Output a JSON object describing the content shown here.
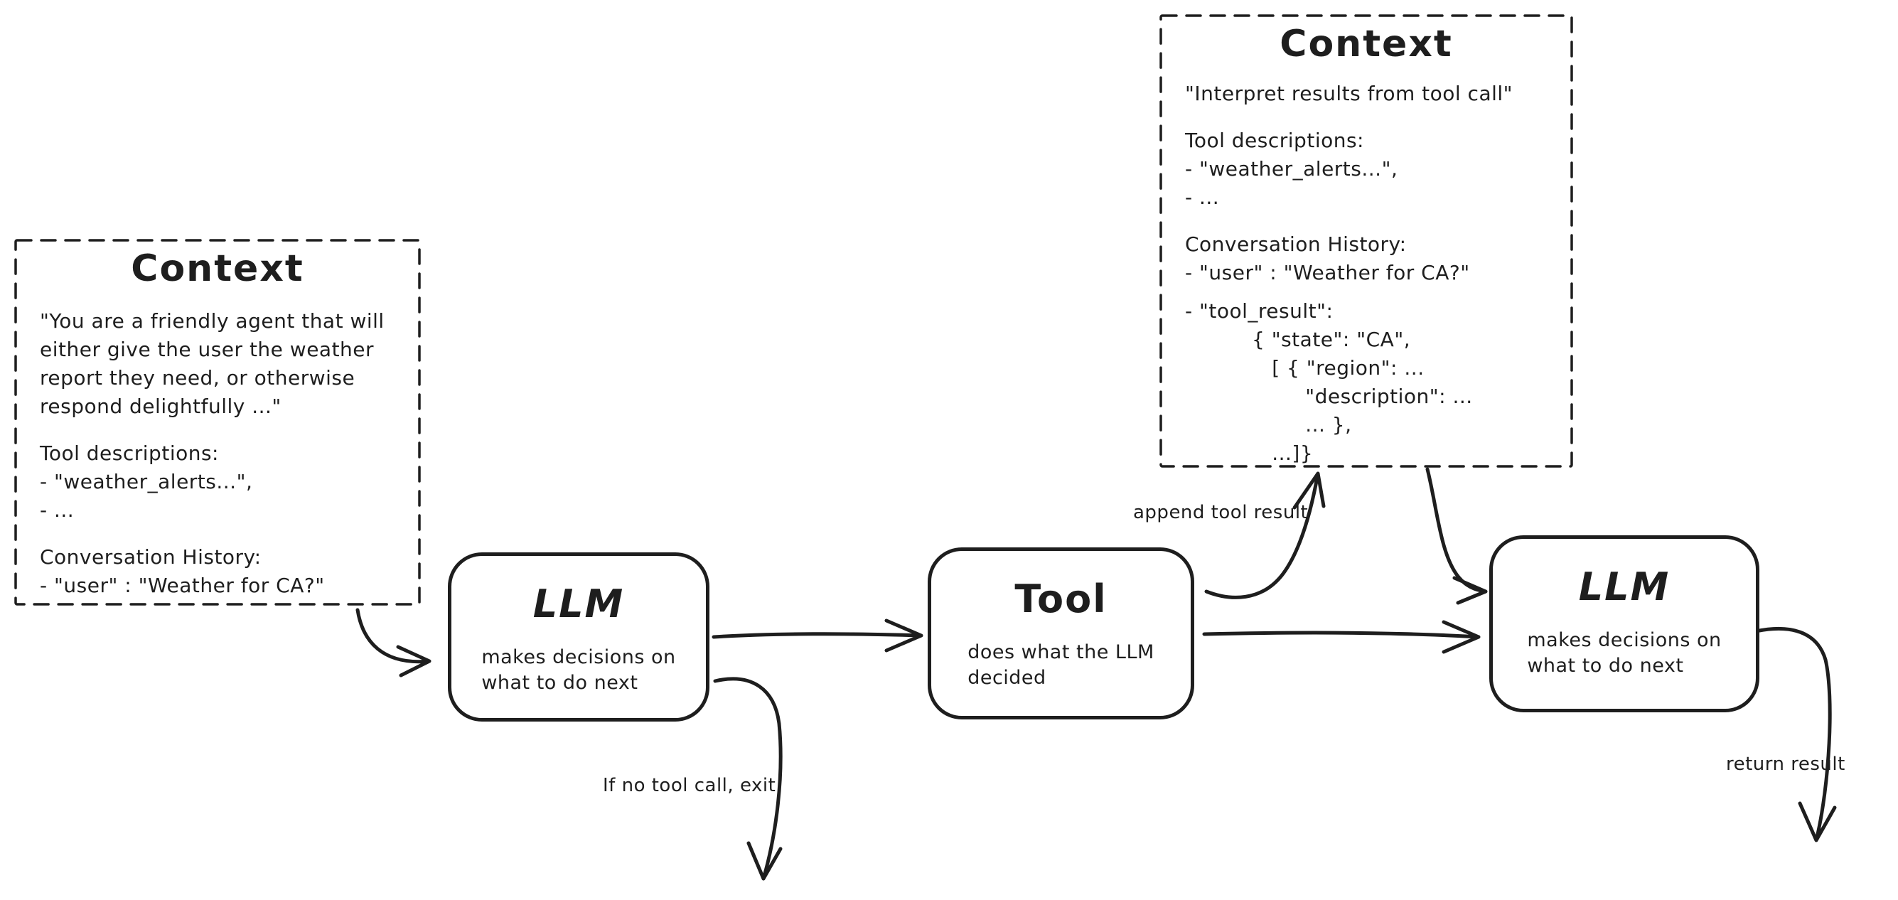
{
  "diagram": {
    "ink_color": "#1e1e1e",
    "background_color": "#ffffff"
  },
  "context_initial": {
    "title": "Context",
    "system_prompt": "\"You are a friendly agent that will\neither give the user the weather\nreport they need, or otherwise\nrespond delightfully ...\"",
    "tools_block": "Tool descriptions:\n- \"weather_alerts...\",\n- ...",
    "history_block": "Conversation History:\n- \"user\" : \"Weather for CA?\""
  },
  "context_after_tool": {
    "title": "Context",
    "system_prompt": "\"Interpret results from tool call\"",
    "tools_block": "Tool descriptions:\n- \"weather_alerts...\",\n- ...",
    "history_block": "Conversation History:\n- \"user\" : \"Weather for CA?\"",
    "tool_result_block": "- \"tool_result\":\n          { \"state\": \"CA\",\n             [ { \"region\": ...\n                  \"description\": ...\n                  ... },\n             ...]}"
  },
  "nodes": {
    "llm_first": {
      "title": "LLM",
      "subtitle": "makes decisions on\nwhat to do next"
    },
    "tool": {
      "title": "Tool",
      "subtitle": "does what the LLM\ndecided"
    },
    "llm_second": {
      "title": "LLM",
      "subtitle": "makes decisions on\nwhat to do next"
    }
  },
  "edge_labels": {
    "append_tool_result": "append tool result",
    "no_tool_call_exit": "If no tool call, exit",
    "return_result": "return result"
  }
}
